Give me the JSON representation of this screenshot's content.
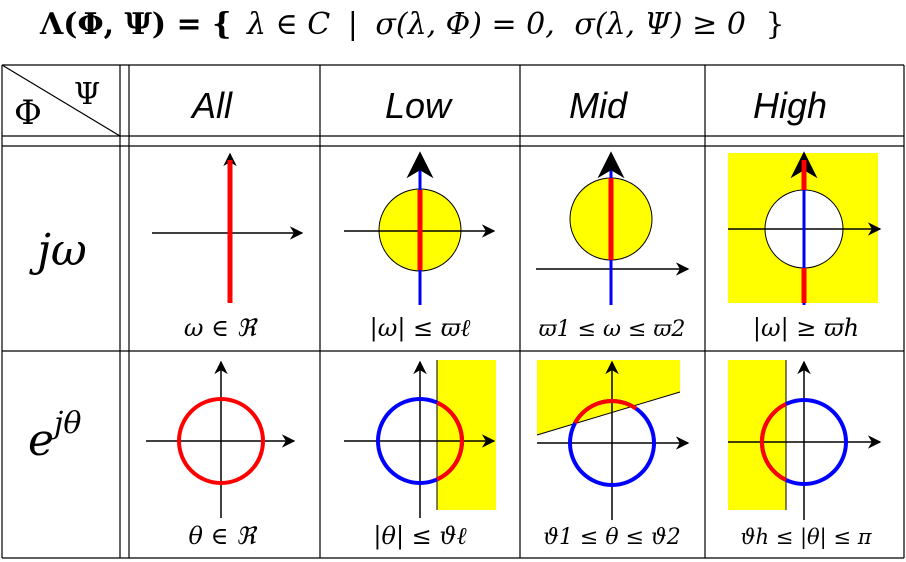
{
  "formula": {
    "lhs": "Λ(Φ, Ψ) = {",
    "lambda_in": "λ ∈ C",
    "bar": "|",
    "cond1": "σ(λ, Φ) = 0,",
    "cond2": "σ(λ, Ψ) ≥ 0",
    "rhs": "}"
  },
  "corner": {
    "phi": "Φ",
    "psi": "Ψ"
  },
  "columns": [
    "All",
    "Low",
    "Mid",
    "High"
  ],
  "rows": [
    {
      "label_base": "jω",
      "label_sup": "",
      "captions": [
        "ω ∈ ℜ",
        "|ω| ≤ ϖℓ",
        "ϖ1 ≤ ω ≤ ϖ2",
        "|ω| ≥ ϖh"
      ]
    },
    {
      "label_base": "e",
      "label_sup": "jθ",
      "captions": [
        "θ ∈ ℜ",
        "|θ| ≤ ϑℓ",
        "ϑ1 ≤ θ ≤ ϑ2",
        "ϑh ≤ |θ| ≤ π"
      ]
    }
  ],
  "colors": {
    "region": "#ffff00",
    "stable": "#ff0000",
    "unstable": "#0000ff",
    "axis": "#000000"
  }
}
